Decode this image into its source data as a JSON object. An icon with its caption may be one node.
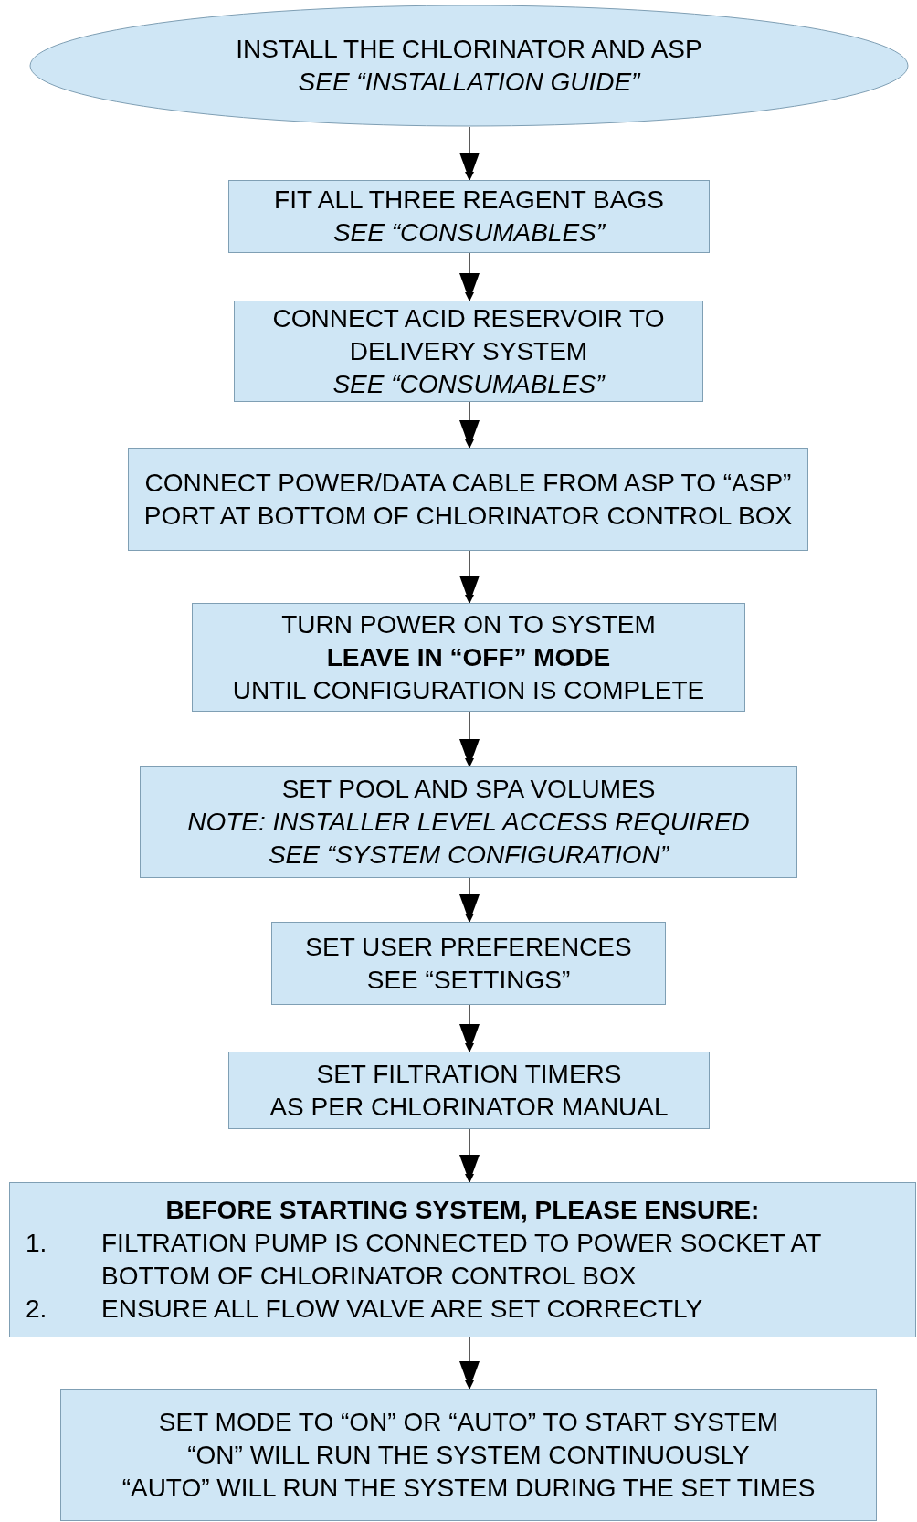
{
  "diagram": {
    "nodes": [
      {
        "text": [
          "INSTALL THE CHLORINATOR AND ASP",
          "SEE “INSTALLATION GUIDE”"
        ]
      },
      {
        "text": [
          "FIT ALL THREE REAGENT BAGS",
          "SEE “CONSUMABLES”"
        ]
      },
      {
        "text": [
          "CONNECT ACID RESERVOIR TO DELIVERY SYSTEM",
          "SEE “CONSUMABLES”"
        ]
      },
      {
        "text": [
          "CONNECT POWER/DATA CABLE FROM ASP TO “ASP” PORT AT BOTTOM OF CHLORINATOR CONTROL BOX"
        ]
      },
      {
        "text": [
          "TURN POWER ON TO SYSTEM",
          "LEAVE IN “OFF” MODE",
          "UNTIL CONFIGURATION IS COMPLETE"
        ]
      },
      {
        "text": [
          "SET POOL AND SPA VOLUMES",
          "NOTE: INSTALLER LEVEL ACCESS REQUIRED",
          "SEE “SYSTEM CONFIGURATION”"
        ]
      },
      {
        "text": [
          "SET USER PREFERENCES",
          "SEE “SETTINGS”"
        ]
      },
      {
        "text": [
          "SET FILTRATION TIMERS",
          "AS PER CHLORINATOR MANUAL"
        ]
      },
      {
        "text": [
          "BEFORE STARTING SYSTEM, PLEASE ENSURE:",
          "FILTRATION PUMP IS CONNECTED TO POWER SOCKET AT BOTTOM OF CHLORINATOR CONTROL BOX",
          "ENSURE ALL FLOW VALVE ARE SET CORRECTLY"
        ]
      },
      {
        "text": [
          "SET MODE TO “ON” OR “AUTO” TO START SYSTEM",
          "“ON” WILL RUN THE SYSTEM CONTINUOUSLY",
          "“AUTO” WILL RUN THE SYSTEM DURING THE SET TIMES"
        ]
      }
    ],
    "edges": [
      {
        "from": 0,
        "to": 1,
        "arrow": "to"
      },
      {
        "from": 1,
        "to": 2,
        "arrow": "to"
      },
      {
        "from": 2,
        "to": 3,
        "arrow": "to"
      },
      {
        "from": 3,
        "to": 4,
        "arrow": "to"
      },
      {
        "from": 4,
        "to": 5,
        "arrow": "to"
      },
      {
        "from": 5,
        "to": 6,
        "arrow": "to"
      },
      {
        "from": 6,
        "to": 7,
        "arrow": "to"
      },
      {
        "from": 7,
        "to": 8,
        "arrow": "to"
      },
      {
        "from": 8,
        "to": 9,
        "arrow": "to"
      }
    ],
    "labels": [
      "1.",
      "2."
    ]
  }
}
